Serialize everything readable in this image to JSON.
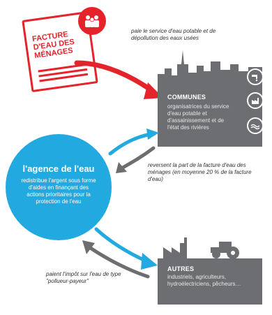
{
  "invoice": {
    "title": "FACTURE D'EAU DES MÉNAGES",
    "accent_color": "#e5232b",
    "icon": "people-icon"
  },
  "note_pay": "paie le service d'eau potable et de dépollution des eaux usées",
  "communes": {
    "title": "COMMUNES",
    "body": "organisatrices du service d'eau potable et d'assainissement et de l'état des rivières",
    "panel_color": "#6d6e71",
    "icons": [
      "tap-icon",
      "factory-circle-icon",
      "water-icon"
    ]
  },
  "note_reverse": "reversent la part de la facture d'eau des ménages (en moyenne 20 % de la facture d'eau)",
  "agency": {
    "title": "l'agence de l'eau",
    "body": "redistribue l'argent sous forme d'aides en finançant des actions prioritaires pour la protection de l'eau",
    "color": "#22a9e0"
  },
  "autres": {
    "title": "AUTRES",
    "body": "industriels, agriculteurs, hydroélectriciens, pêcheurs…",
    "icons": [
      "factory-icon",
      "tractor-icon"
    ]
  },
  "note_tax": "paient l'impôt sur l'eau de type \"pollueur-payeur\""
}
